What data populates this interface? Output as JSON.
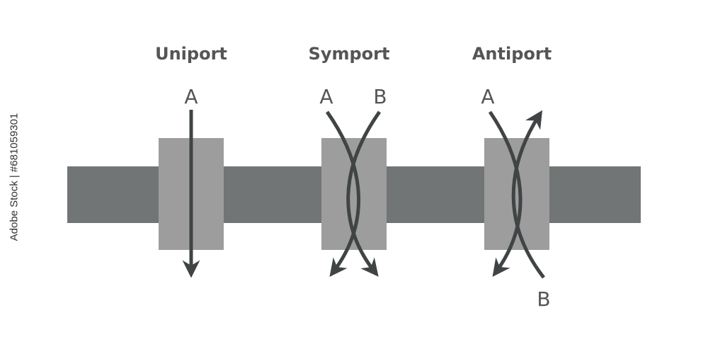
{
  "titles": {
    "uniport": "Uniport",
    "symport": "Symport",
    "antiport": "Antiport"
  },
  "labels": {
    "uniport_a": "A",
    "symport_a": "A",
    "symport_b": "B",
    "antiport_a": "A",
    "antiport_b": "B"
  },
  "side_text": "Adobe Stock | #681059301",
  "colors": {
    "membrane": "#727576",
    "protein": "#9d9d9d",
    "arrow": "#404445",
    "text": "#555555"
  }
}
